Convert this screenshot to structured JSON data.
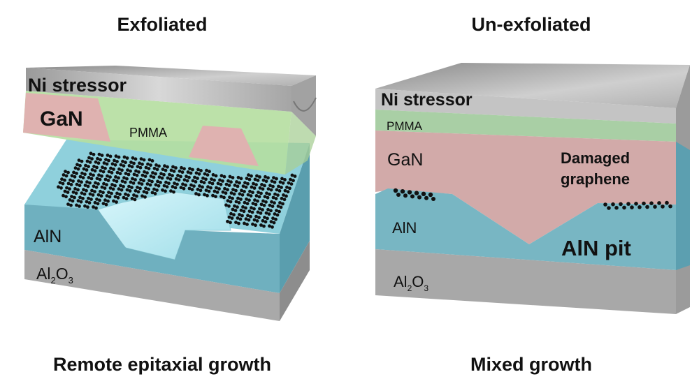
{
  "left_panel": {
    "title": "Exfoliated",
    "caption": "Remote epitaxial growth",
    "labels": {
      "ni": "Ni stressor",
      "gan": "GaN",
      "pmma": "PMMA",
      "aln": "AlN",
      "al2o3": {
        "a": "Al",
        "s1": "2",
        "b": "O",
        "s2": "3"
      }
    }
  },
  "right_panel": {
    "title": "Un-exfoliated",
    "caption": "Mixed growth",
    "labels": {
      "ni": "Ni stressor",
      "pmma": "PMMA",
      "gan": "GaN",
      "damaged_1": "Damaged",
      "damaged_2": "graphene",
      "aln": "AlN",
      "aln_pit": "AlN pit",
      "al2o3": {
        "a": "Al",
        "s1": "2",
        "b": "O",
        "s2": "3"
      }
    }
  },
  "colors": {
    "ni": "#b9b9b9",
    "pmma": "#b5dea0",
    "gan": "#dfb2b0",
    "aln": "#6fb3c2",
    "al2o3": "#a9a9a9",
    "graphene": "#111111"
  }
}
